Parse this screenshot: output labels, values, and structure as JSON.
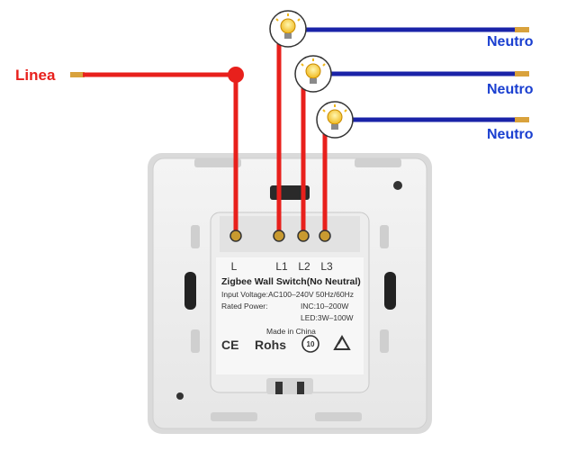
{
  "wiring": {
    "line_label": "Linea",
    "neutral_labels": [
      "Neutro",
      "Neutro",
      "Neutro"
    ],
    "terminal_labels": [
      "L",
      "L1",
      "L2",
      "L3"
    ]
  },
  "module": {
    "title": "Zigbee Wall Switch(No Neutral)",
    "input_voltage": "Input Voltage:AC100–240V 50Hz/60Hz",
    "rated_power_label": "Rated Power:",
    "inc_rating": "INC:10–200W",
    "led_rating": "LED:3W–100W",
    "origin": "Made in China",
    "marks": {
      "ce": "CE",
      "rohs": "Rohs",
      "age": "10"
    }
  },
  "colors": {
    "line_wire": "#e8201c",
    "neutral_wire": "#1a23a8",
    "copper": "#d9a23c",
    "line_label": "#e8201c",
    "neutral_label": "#1a3fd0"
  }
}
